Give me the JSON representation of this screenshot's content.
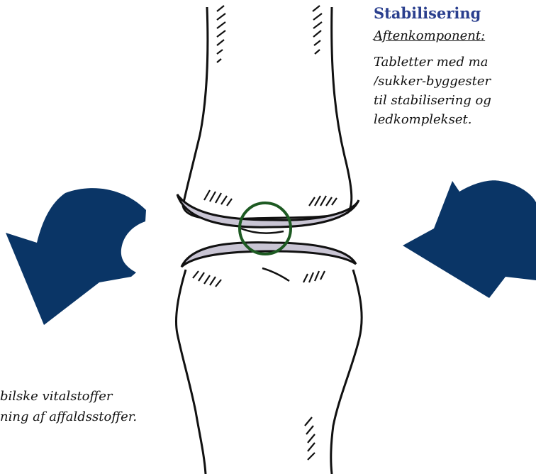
{
  "diagram": {
    "heading": "Stabilisering",
    "subheading": "Aftenkomponent:",
    "description_lines": [
      "Tabletter med ma",
      "/sukker-byggester",
      "til stabilisering og",
      "ledkomplekset."
    ],
    "left_note_lines": [
      "bilske vitalstoffer",
      "ning af affaldsstoffer."
    ],
    "colors": {
      "arrow": "#0a3566",
      "cartilage": "#c9c5d4",
      "outline": "#111111",
      "highlight_circle": "#1d5a22",
      "heading": "#2a3f8e"
    },
    "icons": [
      "curved-arrow-left-icon",
      "curved-arrow-right-icon"
    ]
  }
}
